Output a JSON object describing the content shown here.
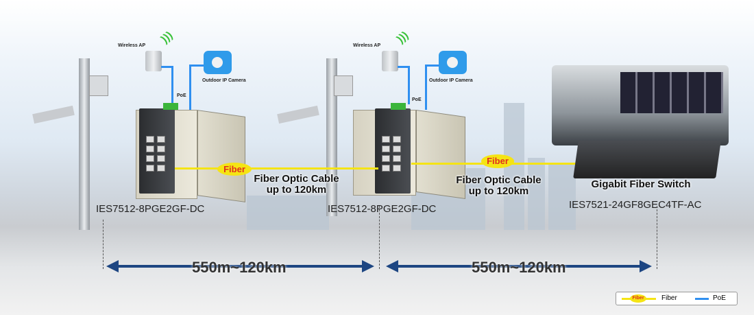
{
  "nodes": [
    {
      "model": "IES7512-8PGE2GF-DC",
      "ap_label": "Wireless AP",
      "camera_label": "Outdoor IP Camera",
      "poe_label": "PoE"
    },
    {
      "model": "IES7512-8PGE2GF-DC",
      "ap_label": "Wireless AP",
      "camera_label": "Outdoor IP Camera",
      "poe_label": "PoE"
    }
  ],
  "core": {
    "title": "Gigabit Fiber Switch",
    "model": "IES7521-24GF8GEC4TF-AC"
  },
  "links": [
    {
      "tag": "Fiber",
      "line1": "Fiber Optic Cable",
      "line2": "up to 120km",
      "distance": "550m~120km"
    },
    {
      "tag": "Fiber",
      "line1": "Fiber Optic Cable",
      "line2": "up to 120km",
      "distance": "550m~120km"
    }
  ],
  "legend": {
    "fiber_tag": "Fiber",
    "fiber_label": "Fiber",
    "poe_label": "PoE"
  },
  "colors": {
    "fiber": "#f5e414",
    "poe": "#2f8ff0",
    "arrow": "#1d4682",
    "fiber_text": "#e0301e"
  }
}
